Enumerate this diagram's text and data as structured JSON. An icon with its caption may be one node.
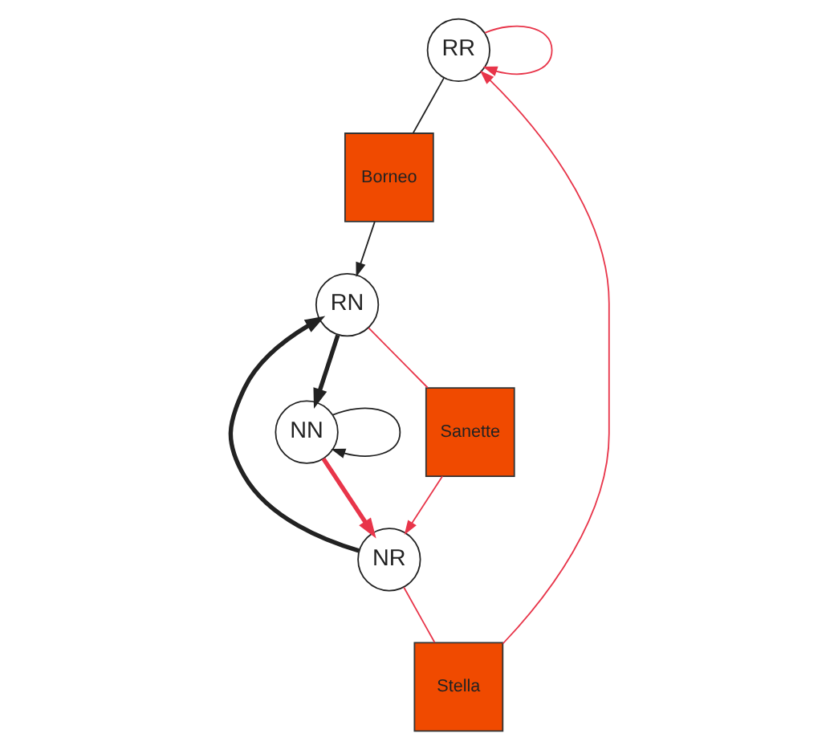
{
  "diagram": {
    "nodes": [
      {
        "text": [
          "RR"
        ]
      },
      {
        "text": [
          "Stella"
        ]
      },
      {
        "text": [
          "Borneo"
        ]
      },
      {
        "text": [
          "NR"
        ]
      },
      {
        "text": [
          "NN"
        ]
      },
      {
        "text": [
          "Sanette"
        ]
      },
      {
        "text": [
          "RN"
        ]
      }
    ],
    "edges": [
      {
        "from": 0,
        "to": 0,
        "arrow": "to",
        "color": "#e8354a"
      },
      {
        "from": 3,
        "to": 1,
        "arrow": "none",
        "color": "#e8354a"
      },
      {
        "from": 1,
        "to": 0,
        "arrow": "to",
        "color": "#e8354a"
      },
      {
        "from": 0,
        "to": 2,
        "arrow": "none",
        "color": "#222222"
      },
      {
        "from": 2,
        "to": 6,
        "arrow": "to",
        "color": "#222222"
      },
      {
        "from": 3,
        "to": 6,
        "arrow": "to",
        "style": "thick",
        "color": "#222222"
      },
      {
        "from": 4,
        "to": 3,
        "arrow": "to",
        "style": "thick",
        "color": "#e8354a"
      },
      {
        "from": 6,
        "to": 5,
        "arrow": "none",
        "color": "#e8354a"
      },
      {
        "from": 5,
        "to": 3,
        "arrow": "to",
        "color": "#e8354a"
      },
      {
        "from": 6,
        "to": 4,
        "arrow": "to",
        "style": "thick",
        "color": "#222222"
      },
      {
        "from": 4,
        "to": 4,
        "arrow": "to",
        "color": "#222222"
      }
    ]
  }
}
